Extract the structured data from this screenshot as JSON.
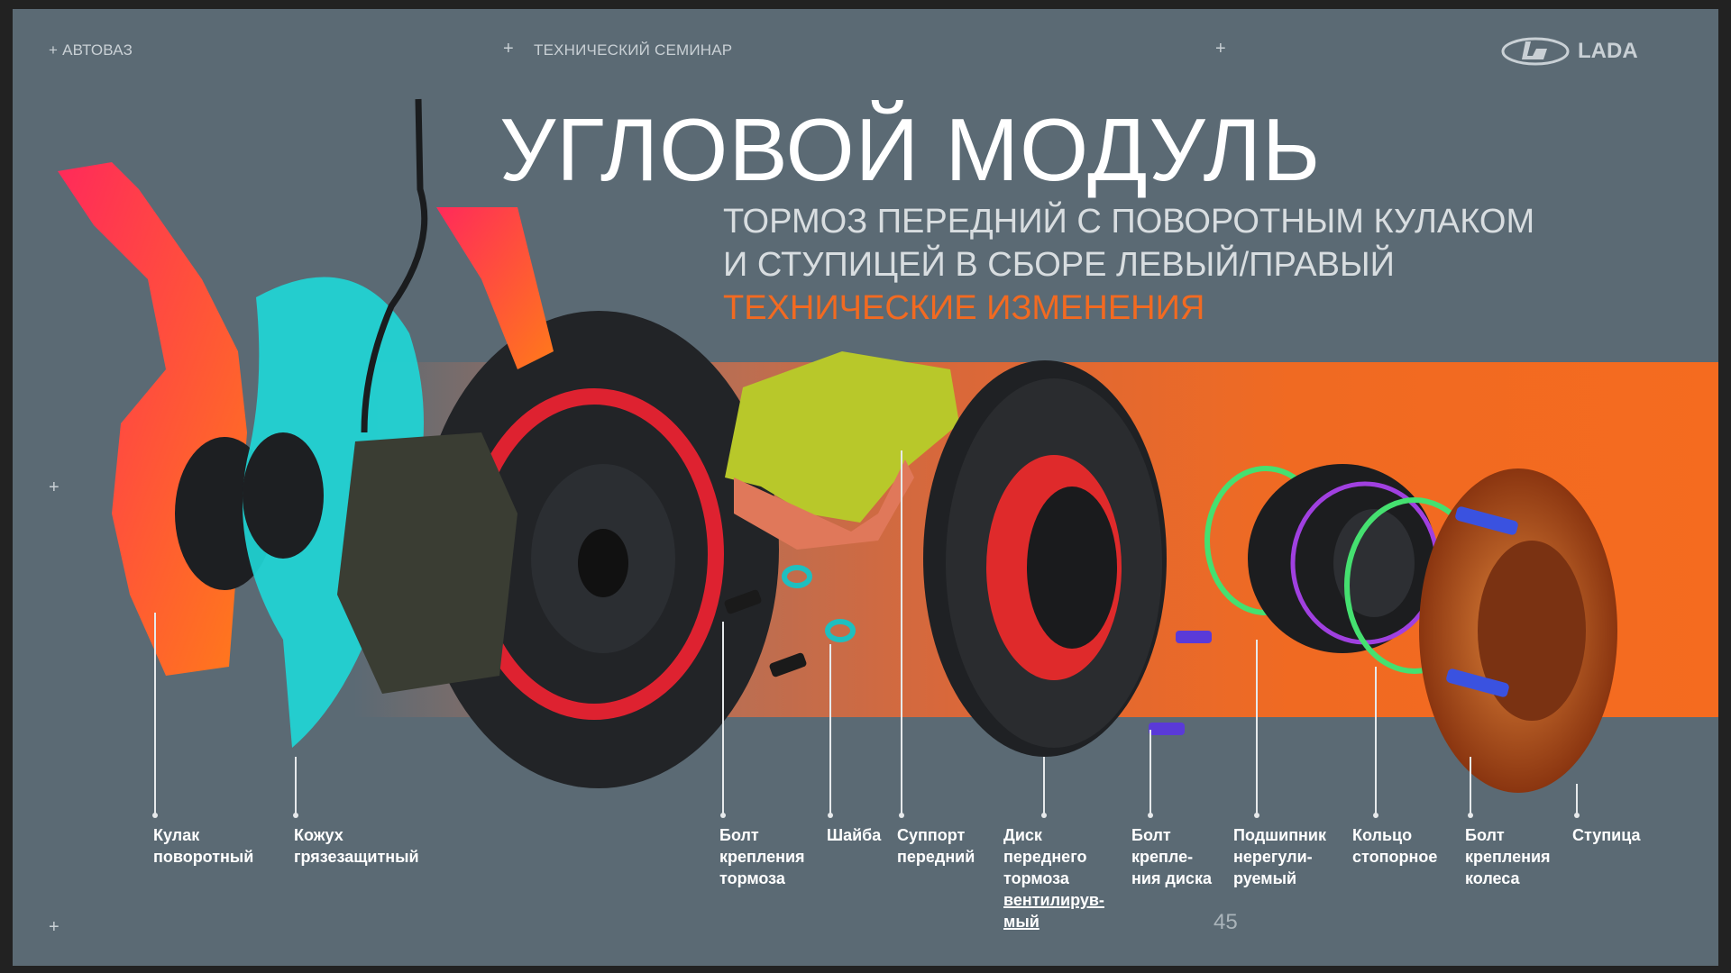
{
  "header": {
    "left": "АВТОВАЗ",
    "center": "ТЕХНИЧЕСКИЙ СЕМИНАР",
    "brand": "LADA"
  },
  "title": "УГЛОВОЙ МОДУЛЬ",
  "subtitle": {
    "line1": "ТОРМОЗ ПЕРЕДНИЙ С ПОВОРОТНЫМ КУЛАКОМ",
    "line2": "И СТУПИЦЕЙ В СБОРЕ ЛЕВЫЙ/ПРАВЫЙ",
    "line3": "ТЕХНИЧЕСКИЕ ИЗМЕНЕНИЯ"
  },
  "labels": [
    {
      "l1": "Кулак",
      "l2": "поворотный"
    },
    {
      "l1": "Кожух",
      "l2": "грязезащитный"
    },
    {
      "l1": "Болт",
      "l2": "крепления",
      "l3": "тормоза"
    },
    {
      "l1": "Шайба"
    },
    {
      "l1": "Суппорт",
      "l2": "передний"
    },
    {
      "l1": "Диск",
      "l2": "переднего",
      "l3": "тормоза",
      "l4": "вентилирув-",
      "l5": "мый"
    },
    {
      "l1": "Болт",
      "l2": "крепле-",
      "l3": "ния диска"
    },
    {
      "l1": "Подшипник",
      "l2": "нерегули-",
      "l3": "руемый"
    },
    {
      "l1": "Кольцо",
      "l2": "стопорное"
    },
    {
      "l1": "Болт",
      "l2": "крепления",
      "l3": "колеса"
    },
    {
      "l1": "Ступица"
    }
  ],
  "page_number": "45",
  "colors": {
    "background": "#5b6a74",
    "accent": "#f26a21"
  }
}
